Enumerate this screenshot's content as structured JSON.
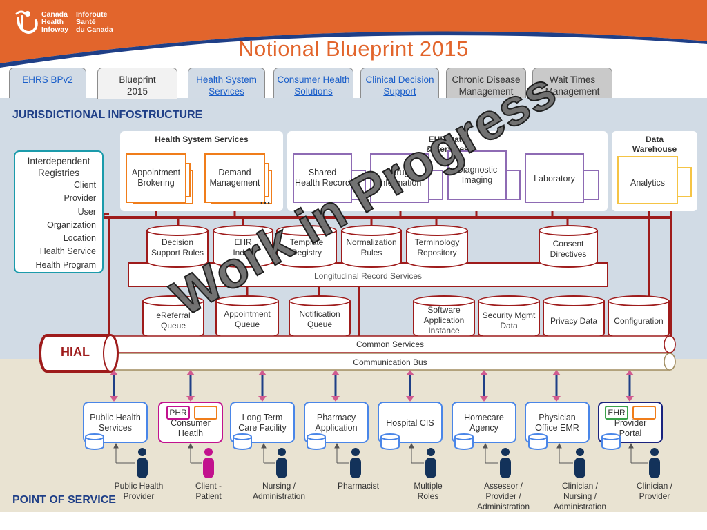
{
  "logo": {
    "line1_en": "Canada",
    "line2_en": "Health",
    "line3_en": "Infoway",
    "line1_fr": "Inforoute",
    "line2_fr": "Santé",
    "line3_fr": "du Canada"
  },
  "title": "Notional Blueprint 2015",
  "tabs": [
    {
      "label": "EHRS BPv2",
      "state": "link"
    },
    {
      "label": "Blueprint\n2015",
      "state": "active"
    },
    {
      "label": "Health System\nServices",
      "state": "link"
    },
    {
      "label": "Consumer Health\nSolutions",
      "state": "link"
    },
    {
      "label": "Clinical Decision\nSupport",
      "state": "link"
    },
    {
      "label": "Chronic Disease\nManagement",
      "state": "inactive"
    },
    {
      "label": "Wait Times\nManagement",
      "state": "inactive"
    }
  ],
  "section_upper": "JURISDICTIONAL INFOSTRUCTURE",
  "section_lower": "POINT OF SERVICE",
  "registries": {
    "title": "Interdependent\nRegistries",
    "items": [
      "Client",
      "Provider",
      "User",
      "Organization",
      "Location",
      "Health Service",
      "Health Program"
    ]
  },
  "hss": {
    "title": "Health System Services",
    "items": [
      "Appointment\nBrokering",
      "Demand\nManagement"
    ],
    "ellipsis": "…"
  },
  "ehr_data": {
    "title": "EHR Data\n& Services",
    "items": [
      "Shared\nHealth Record",
      "Drug\nInformation",
      "Diagnostic\nImaging",
      "Laboratory"
    ]
  },
  "data_warehouse": {
    "title": "Data\nWarehouse",
    "item": "Analytics"
  },
  "middle_cylinders": [
    "Decision\nSupport Rules",
    "EHR\nIndex",
    "Template\nRegistry",
    "Normalization\nRules",
    "Terminology\nRepository",
    "Consent\nDirectives"
  ],
  "longitudinal": "Longitudinal Record Services",
  "lower_cylinders": [
    "eReferral\nQueue",
    "Appointment\nQueue",
    "Notification\nQueue",
    "Software\nApplication\nInstance",
    "Security Mgmt\nData",
    "Privacy Data",
    "Configuration"
  ],
  "hial": "HIAL",
  "common_services": "Common Services",
  "communication_bus": "Communication Bus",
  "pos_systems": [
    {
      "label": "Public Health\nServices",
      "tag": ""
    },
    {
      "label": "Consumer\nHeatlh",
      "tag": "PHR"
    },
    {
      "label": "Long Term\nCare Facility",
      "tag": ""
    },
    {
      "label": "Pharmacy\nApplication",
      "tag": ""
    },
    {
      "label": "Hospital CIS",
      "tag": ""
    },
    {
      "label": "Homecare\nAgency",
      "tag": ""
    },
    {
      "label": "Physician\nOffice EMR",
      "tag": ""
    },
    {
      "label": "Provider\nPortal",
      "tag": "EHR"
    }
  ],
  "users": [
    "Public Health\nProvider",
    "Client -\nPatient",
    "Nursing /\nAdministration",
    "Pharmacist",
    "Multiple\nRoles",
    "Assessor /\nProvider /\nAdministration",
    "Clinician /\nNursing /\nAdministration",
    "Clinician /\nProvider"
  ],
  "watermark": "Work in Progress",
  "colors": {
    "brand_orange": "#e2652c",
    "infostructure_red": "#9e1b1b",
    "hss_orange": "#f07d1a",
    "ehr_purple": "#8e6bb4",
    "warehouse_yellow": "#f5c445",
    "registry_teal": "#1b9bab",
    "pos_blue": "#4a86e8",
    "consumer_magenta": "#c2128e",
    "portal_navy": "#1a237e",
    "person_navy": "#13325a"
  }
}
